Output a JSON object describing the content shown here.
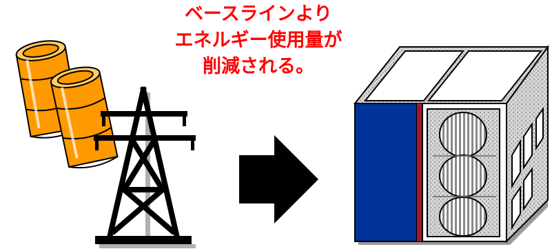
{
  "caption": {
    "lines": [
      "ベースラインより",
      "エネルギー使用量が",
      "削減される。"
    ],
    "color": "#ff0000"
  },
  "icons": {
    "barrels": "oil-barrels-icon",
    "tower": "power-transmission-tower-icon",
    "arrow": "right-arrow-icon",
    "building": "data-center-building-icon"
  },
  "colors": {
    "barrel": "#ff9900",
    "outline": "#000000",
    "building_blue": "#003399",
    "building_stripe": "#a0182a",
    "building_gray": "#c8c8c8"
  }
}
